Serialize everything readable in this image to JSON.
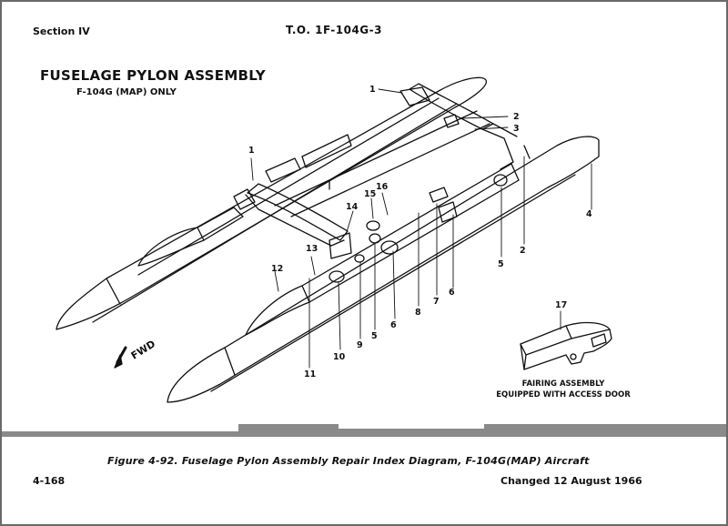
{
  "header": {
    "section": "Section IV",
    "to_number": "T.O. 1F-104G-3"
  },
  "title": {
    "main": "FUSELAGE PYLON ASSEMBLY",
    "sub": "F-104G (MAP) ONLY"
  },
  "diagram": {
    "fwd_label": "FWD",
    "callouts": [
      "1",
      "1",
      "2",
      "3",
      "4",
      "2",
      "5",
      "16",
      "15",
      "14",
      "13",
      "12",
      "6",
      "7",
      "8",
      "6",
      "5",
      "9",
      "10",
      "11",
      "17"
    ],
    "fairing_label": [
      "FAIRING ASSEMBLY",
      "EQUIPPED WITH ACCESS DOOR"
    ]
  },
  "footer": {
    "caption": "Figure 4-92.  Fuselage Pylon Assembly Repair Index Diagram, F-104G(MAP) Aircraft",
    "page_number": "4-168",
    "changed": "Changed 12 August 1966"
  }
}
